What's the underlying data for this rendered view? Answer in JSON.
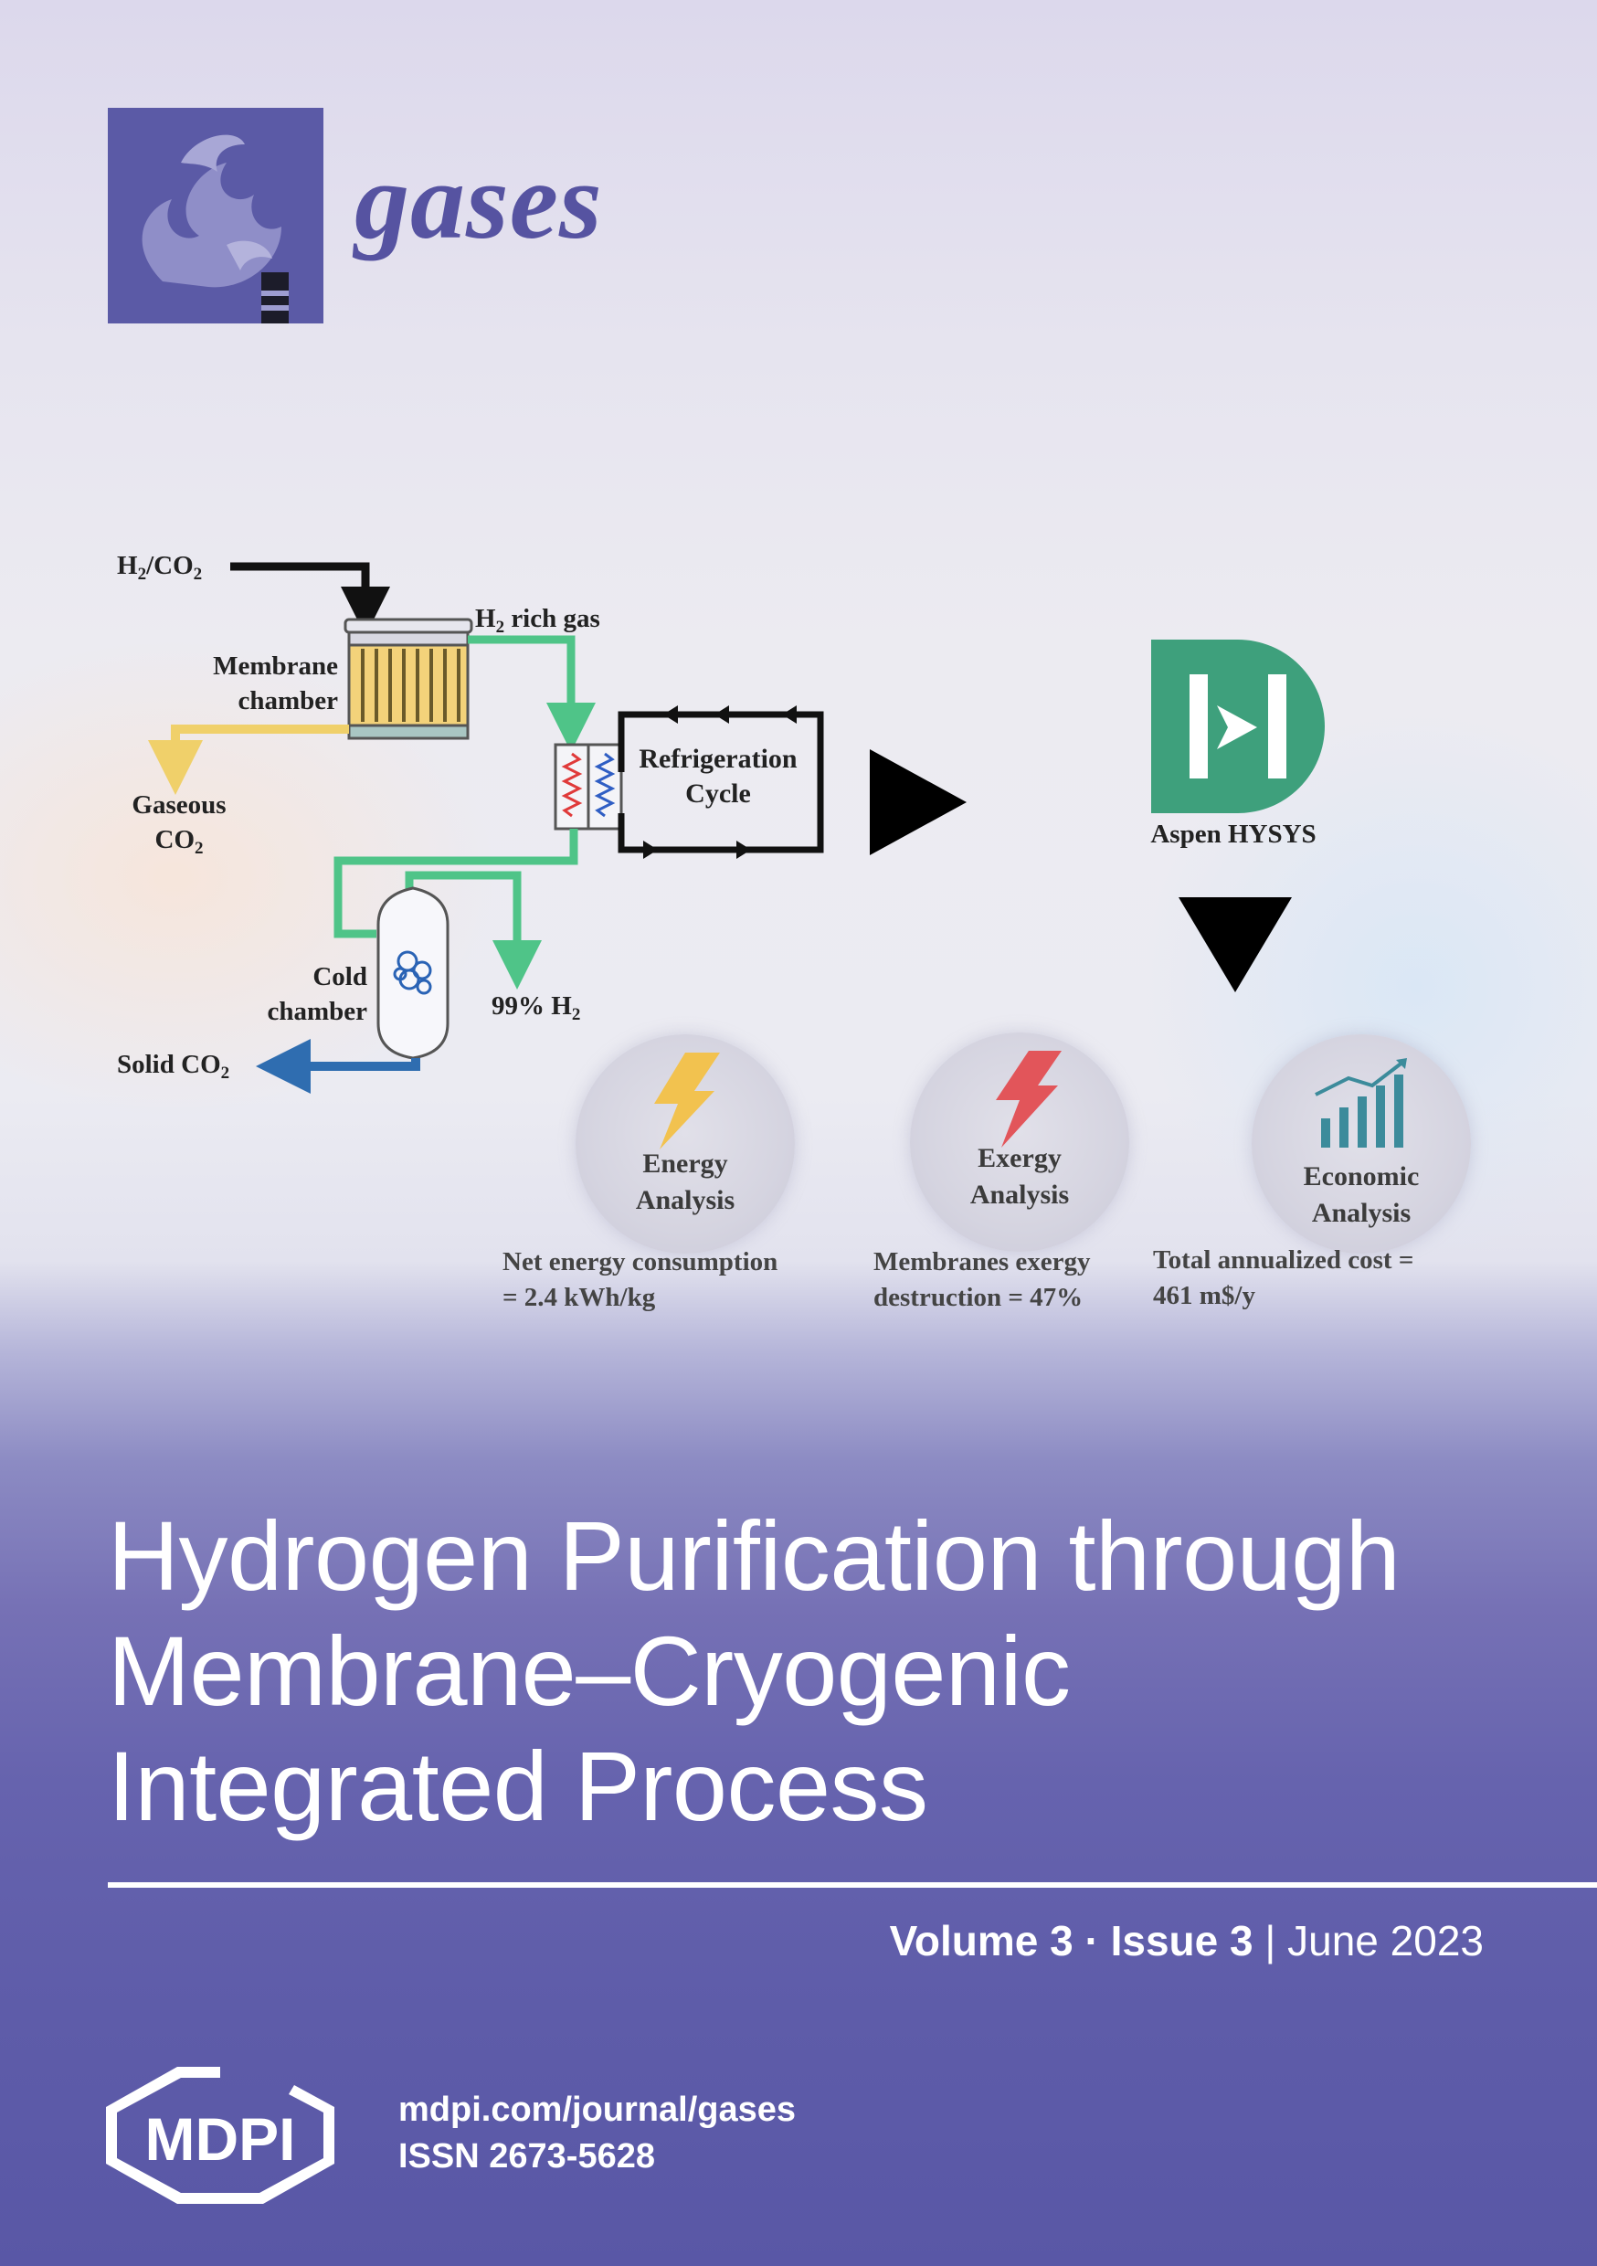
{
  "journal": {
    "name": "gases",
    "logo_icon": "flame-chimney-icon"
  },
  "abstract": {
    "labels": {
      "feed_h2": "H",
      "feed_h2_sub": "2",
      "feed_co2": "/CO",
      "feed_co2_sub": "2",
      "h2_rich_gas_h": "H",
      "h2_rich_gas_sub": "2",
      "h2_rich_gas_rest": " rich gas",
      "membrane_chamber": "Membrane\nchamber",
      "refrigeration_cycle": "Refrigeration\nCycle",
      "gaseous_co2": "Gaseous\nCO",
      "gaseous_co2_sub": "2",
      "cold_chamber": "Cold\nchamber",
      "h2_product": "99% H",
      "h2_product_sub": "2",
      "solid_co2": "Solid CO",
      "solid_co2_sub": "2",
      "aspen": "Aspen HYSYS"
    },
    "analyses": [
      {
        "label": "Energy\nAnalysis",
        "icon": "lightning-bolt-yellow-icon",
        "result": "Net energy consumption\n= 2.4 kWh/kg"
      },
      {
        "label": "Exergy\nAnalysis",
        "icon": "lightning-bolt-red-icon",
        "result": "Membranes exergy\ndestruction = 47%"
      },
      {
        "label": "Economic\nAnalysis",
        "icon": "bar-chart-growth-icon",
        "result": "Total annualized cost =\n461 m$/y"
      }
    ],
    "colors": {
      "membrane_flow": "#f0d06a",
      "h2_flow": "#4fc488",
      "solid_co2_flow": "#2f6db0",
      "aspen_brand": "#3ea07c"
    }
  },
  "article": {
    "title": "Hydrogen Purification through Membrane–Cryogenic Integrated Process"
  },
  "issue": {
    "volume": "Volume 3",
    "separator": " · ",
    "issue": "Issue 3",
    "bar": " | ",
    "date": "June 2023"
  },
  "publisher": {
    "name": "MDPI",
    "url": "mdpi.com/journal/gases",
    "issn": "ISSN 2673-5628"
  },
  "theme": {
    "primary": "#5b5aa6",
    "text_on_dark": "#ffffff"
  }
}
